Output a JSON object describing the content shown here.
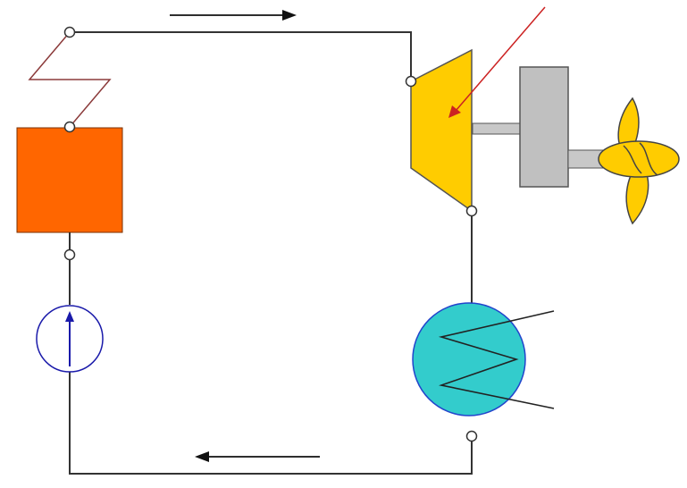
{
  "diagram": {
    "type": "rankine-cycle-schematic",
    "components": [
      {
        "id": "boiler",
        "icon": "boiler-icon",
        "color": "#ff6600"
      },
      {
        "id": "superheater",
        "icon": "superheater-coil-icon",
        "color": "#8b3a3a"
      },
      {
        "id": "turbine",
        "icon": "turbine-icon",
        "color": "#ffcc00"
      },
      {
        "id": "gearbox",
        "icon": "gearbox-icon",
        "color": "#c0c0c0"
      },
      {
        "id": "propeller",
        "icon": "propeller-icon",
        "color": "#ffcc00"
      },
      {
        "id": "condenser",
        "icon": "condenser-icon",
        "color": "#33cccc"
      },
      {
        "id": "pump",
        "icon": "pump-icon",
        "color": "#1a1aaa"
      }
    ],
    "flow_direction": {
      "top": "left-to-right",
      "bottom": "right-to-left"
    },
    "colors": {
      "pipe": "#333333",
      "heat_input_arrow": "#cc2222",
      "node": "#ffffff"
    }
  }
}
